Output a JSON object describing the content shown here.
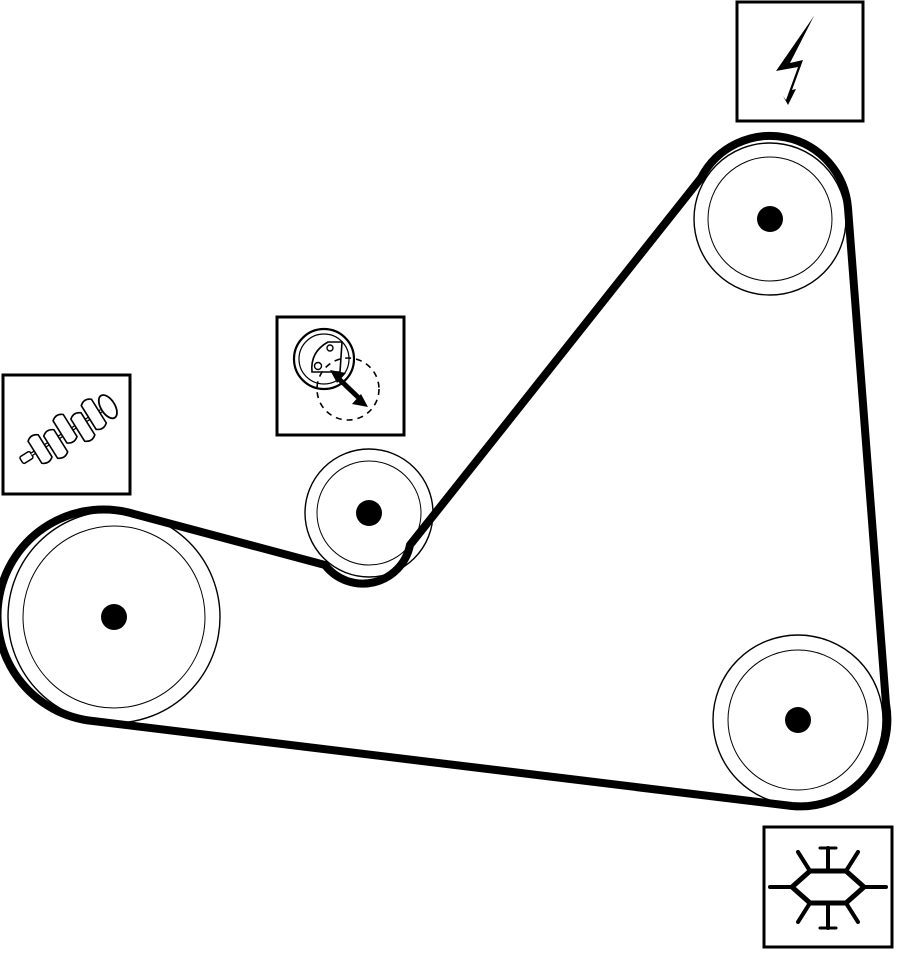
{
  "diagram": {
    "kind": "accessory-drive-belt-routing",
    "colors": {
      "stroke": "#000000",
      "background": "#ffffff"
    },
    "pulleys": [
      {
        "id": "crankshaft",
        "icon": "crankshaft-icon"
      },
      {
        "id": "tensioner",
        "icon": "belt-tensioner-icon"
      },
      {
        "id": "alternator",
        "icon": "lightning-bolt-icon"
      },
      {
        "id": "ac-compressor",
        "icon": "snowflake-icon"
      }
    ]
  }
}
